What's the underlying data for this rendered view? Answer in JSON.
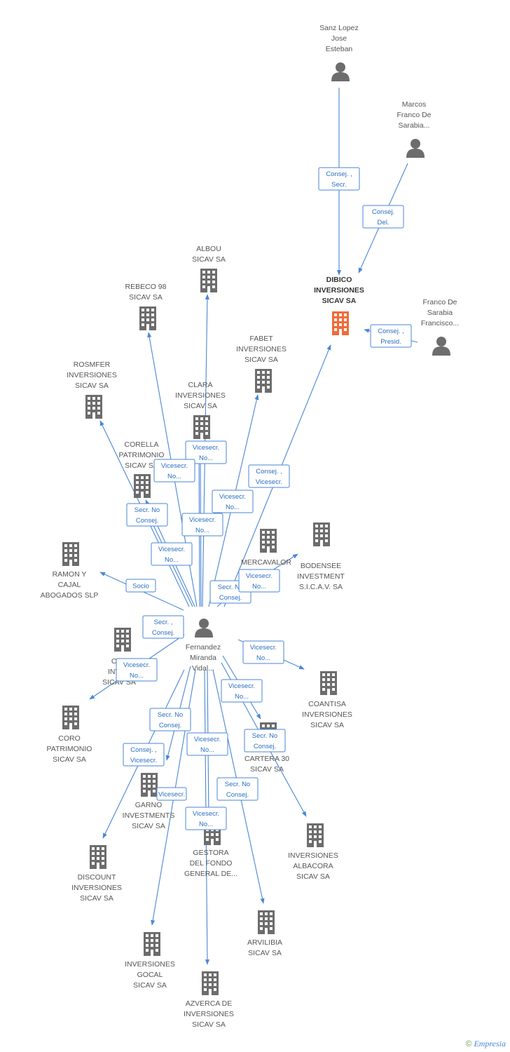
{
  "colors": {
    "edge": "#4a86d6",
    "node": "#6d6d6d",
    "highlight": "#f26b3a"
  },
  "nodes": [
    {
      "id": "sanz",
      "type": "person",
      "lines": [
        "Sanz Lopez",
        "Jose",
        "Esteban"
      ]
    },
    {
      "id": "marcos",
      "type": "person",
      "lines": [
        "Marcos",
        "Franco De",
        "Sarabia..."
      ]
    },
    {
      "id": "dibico",
      "type": "company",
      "main": true,
      "lines": [
        "DIBICO",
        "INVERSIONES",
        "SICAV SA"
      ]
    },
    {
      "id": "franco",
      "type": "person",
      "lines": [
        "Franco De",
        "Sarabia",
        "Francisco..."
      ]
    },
    {
      "id": "albou",
      "type": "company",
      "lines": [
        "ALBOU",
        "SICAV SA"
      ]
    },
    {
      "id": "rebeco",
      "type": "company",
      "lines": [
        "REBECO 98",
        "SICAV SA"
      ]
    },
    {
      "id": "fabet",
      "type": "company",
      "lines": [
        "FABET",
        "INVERSIONES",
        "SICAV SA"
      ]
    },
    {
      "id": "rosmfer",
      "type": "company",
      "lines": [
        "ROSMFER",
        "INVERSIONES",
        "SICAV SA"
      ]
    },
    {
      "id": "clara",
      "type": "company",
      "lines": [
        "CLARA",
        "INVERSIONES",
        "SICAV SA"
      ]
    },
    {
      "id": "corella",
      "type": "company",
      "lines": [
        "CORELLA",
        "PATRIMONIO",
        "SICAV SA"
      ]
    },
    {
      "id": "mercavalor",
      "type": "company",
      "lines": [
        "MERCAVALOR",
        "DE",
        "SA"
      ]
    },
    {
      "id": "bodensee",
      "type": "company",
      "lines": [
        "BODENSEE",
        "INVESTMENT",
        "S.I.C.A.V. SA"
      ]
    },
    {
      "id": "ramon",
      "type": "company",
      "lines": [
        "RAMON Y",
        "CAJAL",
        "ABOGADOS SLP"
      ]
    },
    {
      "id": "fernandez",
      "type": "person",
      "lines": [
        "Fernandez",
        "Miranda",
        "Vidal..."
      ]
    },
    {
      "id": "can",
      "type": "company",
      "lines": [
        "CAN",
        "INVER",
        "SICAV SA"
      ]
    },
    {
      "id": "coantisa",
      "type": "company",
      "lines": [
        "COANTISA",
        "INVERSIONES",
        "SICAV SA"
      ]
    },
    {
      "id": "coro",
      "type": "company",
      "lines": [
        "CORO",
        "PATRIMONIO",
        "SICAV SA"
      ]
    },
    {
      "id": "cartera",
      "type": "company",
      "lines": [
        "CARTERA 30",
        "SICAV SA"
      ]
    },
    {
      "id": "garno",
      "type": "company",
      "lines": [
        "GARNO",
        "INVESTMENTS",
        "SICAV SA"
      ]
    },
    {
      "id": "gestora",
      "type": "company",
      "lines": [
        "GESTORA",
        "DEL FONDO",
        "GENERAL DE..."
      ]
    },
    {
      "id": "albacora",
      "type": "company",
      "lines": [
        "INVERSIONES",
        "ALBACORA",
        "SICAV SA"
      ]
    },
    {
      "id": "discount",
      "type": "company",
      "lines": [
        "DISCOUNT",
        "INVERSIONES",
        "SICAV SA"
      ]
    },
    {
      "id": "arvilibia",
      "type": "company",
      "lines": [
        "ARVILIBIA",
        "SICAV SA"
      ]
    },
    {
      "id": "gocal",
      "type": "company",
      "lines": [
        "INVERSIONES",
        "GOCAL",
        "SICAV SA"
      ]
    },
    {
      "id": "azverca",
      "type": "company",
      "lines": [
        "AZVERCA DE",
        "INVERSIONES",
        "SICAV SA"
      ]
    }
  ],
  "edges": [
    {
      "from": "sanz",
      "to": "dibico",
      "lines": [
        "Consej. ,",
        "Secr."
      ]
    },
    {
      "from": "marcos",
      "to": "dibico",
      "lines": [
        "Consej.",
        "Del."
      ]
    },
    {
      "from": "franco",
      "to": "dibico",
      "lines": [
        "Consej. ,",
        "Presid."
      ]
    },
    {
      "from": "fernandez",
      "to": "dibico",
      "lines": [
        "Consej. ,",
        "Vicesecr."
      ]
    },
    {
      "from": "fernandez",
      "to": "albou",
      "lines": [
        "Vicesecr.",
        "No..."
      ]
    },
    {
      "from": "fernandez",
      "to": "rebeco",
      "lines": [
        "Vicesecr.",
        "No..."
      ]
    },
    {
      "from": "fernandez",
      "to": "fabet",
      "lines": [
        "Vicesecr.",
        "No..."
      ]
    },
    {
      "from": "fernandez",
      "to": "rosmfer",
      "lines": [
        "Vicesecr.",
        "No..."
      ]
    },
    {
      "from": "fernandez",
      "to": "clara",
      "lines": [
        "Vicesecr.",
        "No..."
      ]
    },
    {
      "from": "fernandez",
      "to": "corella",
      "lines": [
        "Secr. No",
        "Consej."
      ]
    },
    {
      "from": "fernandez",
      "to": "mercavalor",
      "lines": [
        "Secr. No",
        "Consej."
      ]
    },
    {
      "from": "fernandez",
      "to": "bodensee",
      "lines": [
        "Vicesecr.",
        "No..."
      ]
    },
    {
      "from": "fernandez",
      "to": "ramon",
      "lines": [
        "Socio"
      ]
    },
    {
      "from": "fernandez",
      "to": "can",
      "lines": [
        "Secr. ,",
        "Consej."
      ]
    },
    {
      "from": "fernandez",
      "to": "coantisa",
      "lines": [
        "Vicesecr.",
        "No..."
      ]
    },
    {
      "from": "fernandez",
      "to": "coro",
      "lines": [
        "Vicesecr.",
        "No..."
      ]
    },
    {
      "from": "fernandez",
      "to": "cartera",
      "lines": [
        "Vicesecr.",
        "No..."
      ]
    },
    {
      "from": "fernandez",
      "to": "garno",
      "lines": [
        "Secr. No",
        "Consej."
      ]
    },
    {
      "from": "fernandez",
      "to": "gestora",
      "lines": [
        "Vicesecr.",
        "No..."
      ]
    },
    {
      "from": "fernandez",
      "to": "albacora",
      "lines": [
        "Secr. No",
        "Consej."
      ]
    },
    {
      "from": "fernandez",
      "to": "discount",
      "lines": [
        "Consej. ,",
        "Vicesecr."
      ]
    },
    {
      "from": "fernandez",
      "to": "arvilibia",
      "lines": [
        "Secr. No",
        "Consej."
      ]
    },
    {
      "from": "fernandez",
      "to": "gocal",
      "lines": [
        "Vicesecr."
      ]
    },
    {
      "from": "fernandez",
      "to": "azverca",
      "lines": [
        "Vicesecr.",
        "No..."
      ]
    },
    {
      "from": "fernandez",
      "to": "clara",
      "lines": [
        "Vicesecr.",
        "No..."
      ]
    },
    {
      "from": "fernandez",
      "to": "corella",
      "lines": [
        "Vicesecr.",
        "No..."
      ]
    }
  ],
  "footer": {
    "copyright": "©",
    "brand": "Empresia"
  }
}
